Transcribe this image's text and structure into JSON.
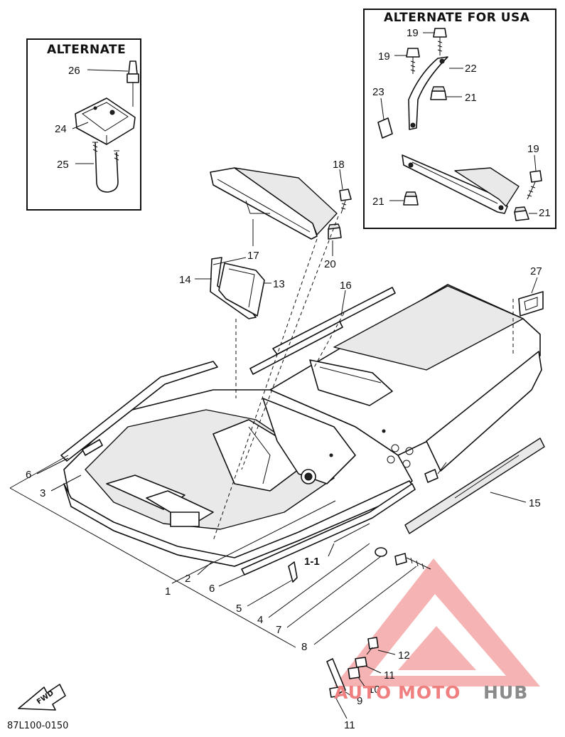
{
  "inset_alternate": {
    "title": "ALTERNATE",
    "callouts": [
      "26",
      "24",
      "25"
    ]
  },
  "inset_usa": {
    "title": "ALTERNATE FOR USA",
    "callouts": [
      "19",
      "19",
      "22",
      "23",
      "21",
      "19",
      "21",
      "21"
    ]
  },
  "main_callouts": [
    "18",
    "17",
    "20",
    "14",
    "13",
    "16",
    "27",
    "15",
    "6",
    "3",
    "2",
    "6",
    "1",
    "1-1",
    "5",
    "4",
    "7",
    "8",
    "12",
    "11",
    "10",
    "9",
    "11"
  ],
  "fwd_label": "FWD",
  "diagram_code": "87L100-0150",
  "watermark": {
    "text_a": "AUTO",
    "text_b": "MOTO",
    "text_c": "HUB",
    "color_red": "#f08080",
    "color_grey": "#8a8a8a"
  }
}
